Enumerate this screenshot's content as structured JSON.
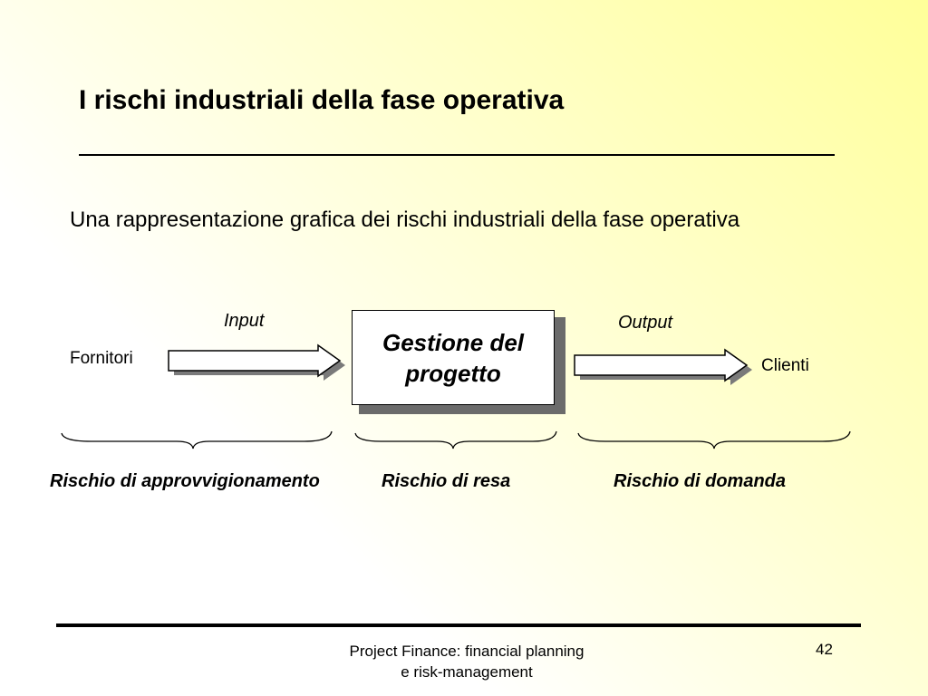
{
  "slide": {
    "title": "I rischi industriali della fase operativa",
    "subtitle": "Una rappresentazione grafica dei rischi industriali della fase operativa"
  },
  "diagram": {
    "input_label": "Input",
    "output_label": "Output",
    "source": "Fornitori",
    "target": "Clienti",
    "process_line1": "Gestione del",
    "process_line2": "progetto",
    "risks": [
      "Rischio di approvvigionamento",
      "Rischio di resa",
      "Rischio di domanda"
    ]
  },
  "footer": {
    "line1": "Project Finance: financial planning",
    "line2": "e risk-management",
    "page_number": "42"
  }
}
